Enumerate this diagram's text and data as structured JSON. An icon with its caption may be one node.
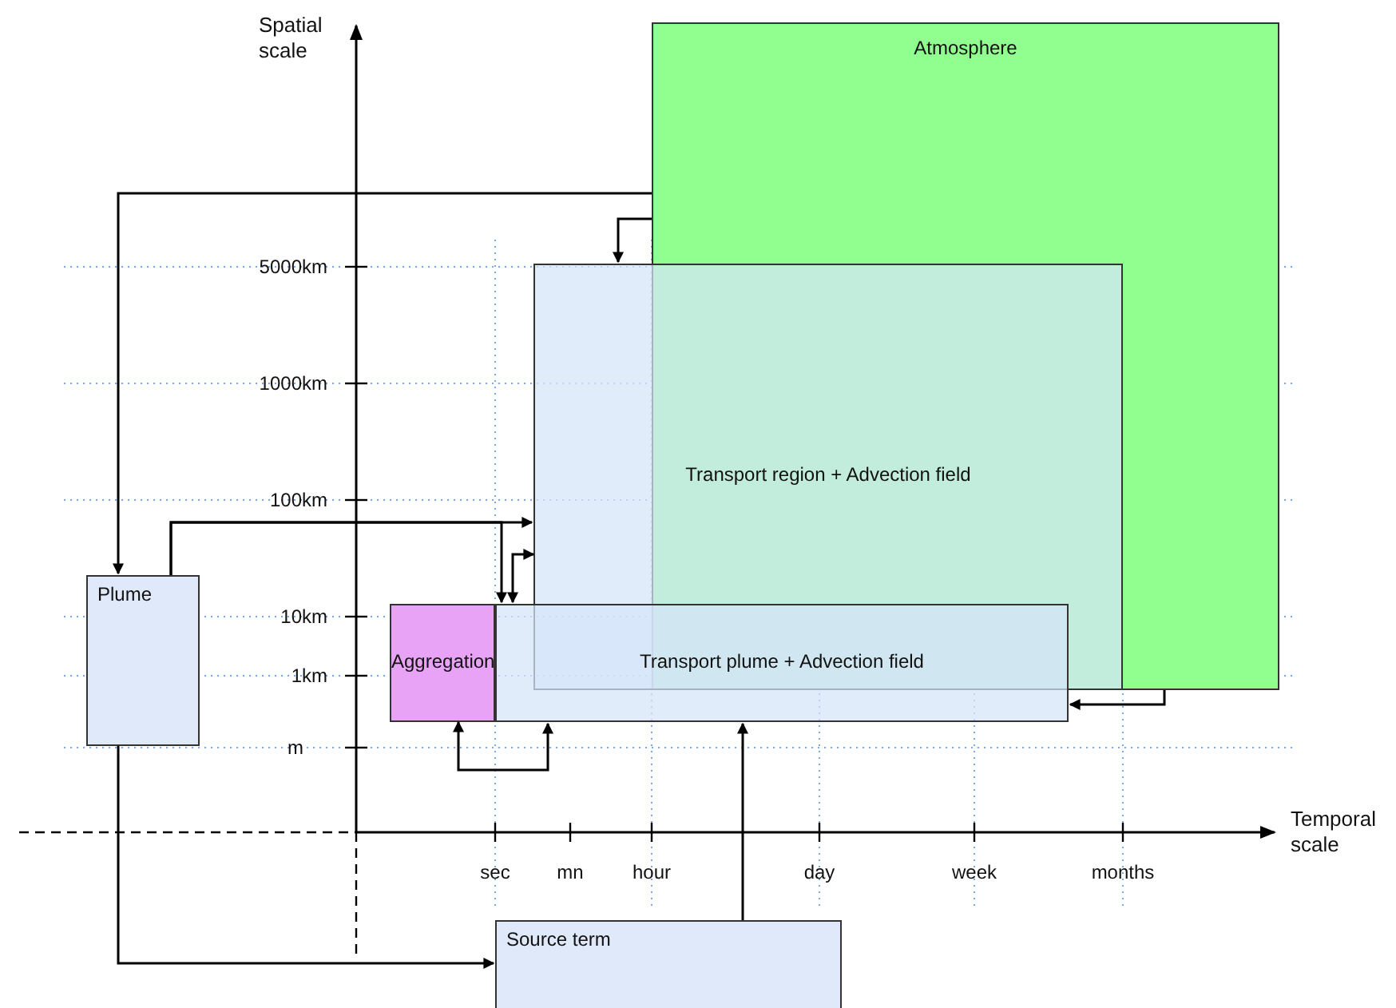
{
  "diagram": {
    "nodes": [
      {
        "text": [
          "Atmosphere"
        ]
      },
      {
        "text": [
          "Transport region + Advection field"
        ]
      },
      {
        "text": [
          "Plume"
        ]
      },
      {
        "text": [
          "Aggregation"
        ]
      },
      {
        "text": [
          "Transport plume + Advection field"
        ]
      },
      {
        "text": [
          "Source term"
        ]
      }
    ],
    "edges": [
      {
        "from": 0,
        "to": 2,
        "arrow": "to"
      },
      {
        "from": 0,
        "to": 1,
        "arrow": "to"
      },
      {
        "from": 2,
        "to": 1,
        "arrow": "to"
      },
      {
        "from": 2,
        "to": 4,
        "arrow": "to"
      },
      {
        "from": 1,
        "to": 4,
        "arrow": "both"
      },
      {
        "from": 0,
        "to": 4,
        "arrow": "to"
      },
      {
        "from": 3,
        "to": 4,
        "arrow": "both"
      },
      {
        "from": 5,
        "to": 4,
        "arrow": "to"
      },
      {
        "from": 2,
        "to": 5,
        "arrow": "to"
      }
    ],
    "labels": [
      "Spatial scale",
      "5000km",
      "1000km",
      "100km",
      "10km",
      "1km",
      "m",
      "Temporal scale",
      "sec",
      "mn",
      "hour",
      "day",
      "week",
      "months"
    ]
  }
}
